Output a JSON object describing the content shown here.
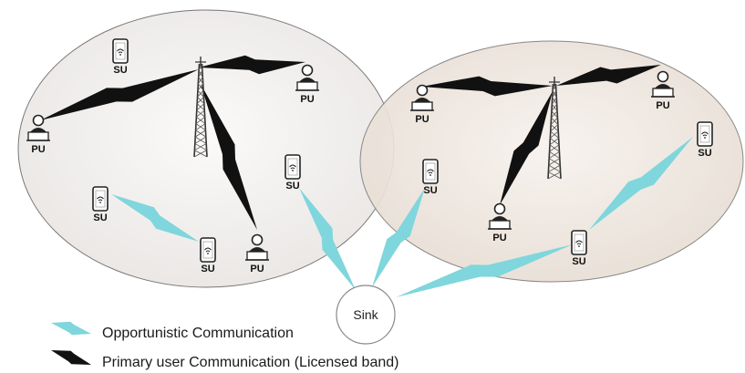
{
  "labels": {
    "su": "SU",
    "pu": "PU",
    "sink": "Sink"
  },
  "legend": {
    "opportunistic": "Opportunistic Communication",
    "primary": "Primary user Communication (Licensed band)"
  },
  "colors": {
    "opportunistic": "#7fd6dc",
    "primary": "#111111",
    "left_cell": "#f1efee",
    "right_cell": "#efe7df"
  },
  "icons": {
    "su": "smartphone-wifi-icon",
    "pu": "laptop-user-icon",
    "tower": "cell-tower-icon"
  }
}
